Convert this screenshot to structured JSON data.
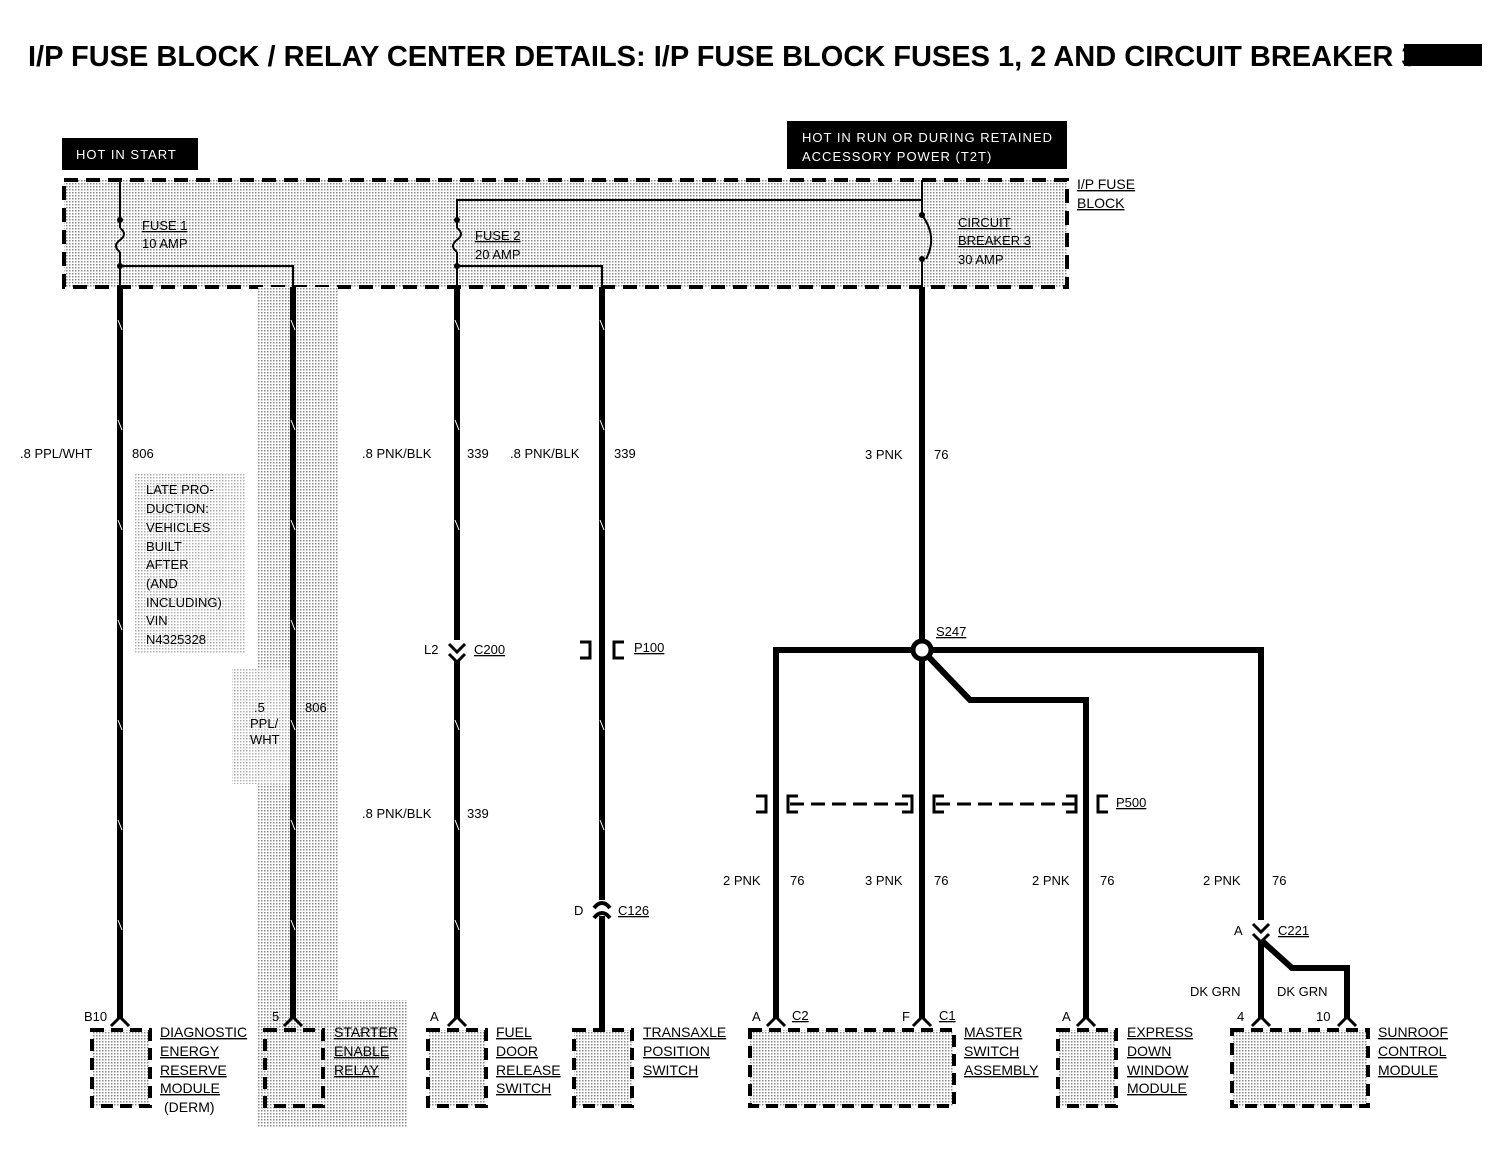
{
  "title": "I/P FUSE BLOCK / RELAY CENTER DETAILS: I/P FUSE BLOCK FUSES 1, 2 AND CIRCUIT BREAKER 3",
  "hot_labels": {
    "start": "HOT IN START",
    "run_line1": "HOT IN RUN OR DURING RETAINED",
    "run_line2": "ACCESSORY POWER (T2T)"
  },
  "fuse_block": {
    "label_line1": "I/P FUSE",
    "label_line2": "BLOCK",
    "fuse1_name": "FUSE 1",
    "fuse1_rating": "10 AMP",
    "fuse2_name": "FUSE 2",
    "fuse2_rating": "20 AMP",
    "cb_line1": "CIRCUIT",
    "cb_line2": "BREAKER 3",
    "cb_rating": "30 AMP"
  },
  "wires": {
    "w1_color": ".8 PPL/WHT",
    "w1_circuit": "806",
    "w2_size": ".5",
    "w2_color1": "PPL/",
    "w2_color2": "WHT",
    "w2_circuit": "806",
    "w3_color": ".8 PNK/BLK",
    "w3_circuit": "339",
    "w3b_color": ".8 PNK/BLK",
    "w3b_circuit": "339",
    "w4_color": ".8 PNK/BLK",
    "w4_circuit": "339",
    "w5_color": "3 PNK",
    "w5_circuit": "76",
    "b1_color": "2 PNK",
    "b1_circuit": "76",
    "b2_color": "3 PNK",
    "b2_circuit": "76",
    "b3_color": "2 PNK",
    "b3_circuit": "76",
    "b4_color": "2 PNK",
    "b4_circuit": "76",
    "sun_left": "DK GRN",
    "sun_right": "DK GRN"
  },
  "late_production_note": [
    "LATE PRO-",
    "DUCTION:",
    "VEHICLES",
    "BUILT",
    "AFTER",
    "(AND",
    "INCLUDING)",
    "VIN",
    "N4325328"
  ],
  "connectors": {
    "c200": "C200",
    "c200_pin": "L2",
    "p100": "P100",
    "c126": "C126",
    "c126_pin": "D",
    "s247": "S247",
    "p500": "P500",
    "c221": "C221",
    "c221_pin": "A"
  },
  "components": {
    "derm_pin": "B10",
    "derm": [
      "DIAGNOSTIC",
      "ENERGY",
      "RESERVE",
      "MODULE",
      "(DERM)"
    ],
    "starter_pin": "5",
    "starter": [
      "STARTER",
      "ENABLE",
      "RELAY"
    ],
    "fuel_pin": "A",
    "fuel": [
      "FUEL",
      "DOOR",
      "RELEASE",
      "SWITCH"
    ],
    "transaxle": [
      "TRANSAXLE",
      "POSITION",
      "SWITCH"
    ],
    "master_pin_a": "A",
    "master_conn_c2": "C2",
    "master_pin_f": "F",
    "master_conn_c1": "C1",
    "master": [
      "MASTER",
      "SWITCH",
      "ASSEMBLY"
    ],
    "express_pin": "A",
    "express": [
      "EXPRESS",
      "DOWN",
      "WINDOW",
      "MODULE"
    ],
    "sunroof_pin4": "4",
    "sunroof_pin10": "10",
    "sunroof": [
      "SUNROOF",
      "CONTROL",
      "MODULE"
    ]
  }
}
